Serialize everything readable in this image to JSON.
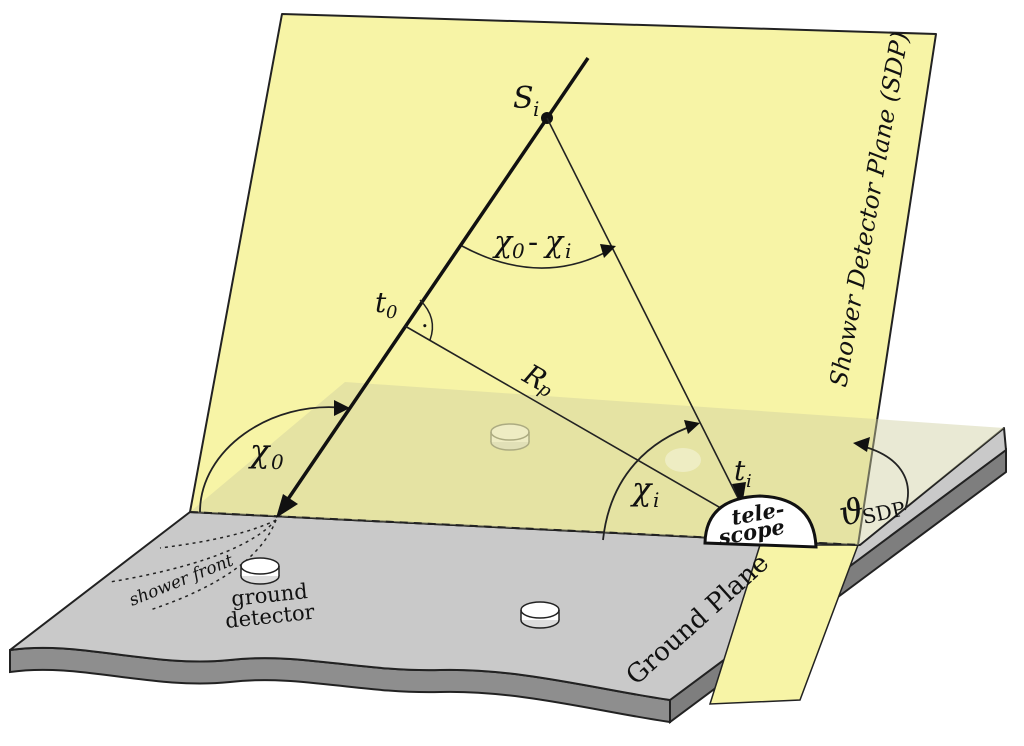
{
  "labels": {
    "shower_point_main": "S",
    "shower_point_sub": "i",
    "angle_diff": "χ",
    "angle_diff_sub_a": "0",
    "angle_diff_minus": "-",
    "angle_diff_b": "χ",
    "angle_diff_sub_b": "i",
    "t0_main": "t",
    "t0_sub": "0",
    "right_angle_mark": ".",
    "rp_main": "R",
    "rp_sub": "p",
    "chi0_main": "χ",
    "chi0_sub": "0",
    "chii_main": "χ",
    "chii_sub": "i",
    "ti_main": "t",
    "ti_sub": "i",
    "telescope_line1": "tele-",
    "telescope_line2": "scope",
    "theta_main": "ϑ",
    "theta_sub": "SDP",
    "sdp_label": "Shower Detector Plane (SDP)",
    "ground_plane_label": "Ground Plane",
    "shower_front_label": "shower front",
    "ground_detector_line1": "ground",
    "ground_detector_line2": "detector"
  },
  "colors": {
    "sdp_fill": "#f7f4a6",
    "ground_top": "#c9c9c9",
    "ground_side": "#8e8e8e",
    "ink": "#111111",
    "detector": "#ffffff"
  }
}
